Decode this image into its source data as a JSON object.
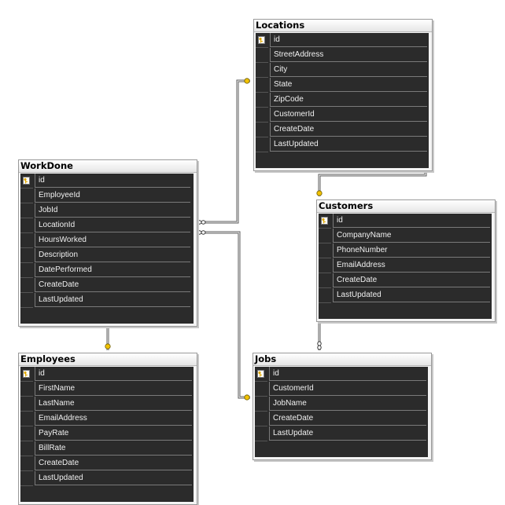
{
  "tables": {
    "locations": {
      "title": "Locations",
      "columns": [
        "id",
        "StreetAddress",
        "City",
        "State",
        "ZipCode",
        "CustomerId",
        "CreateDate",
        "LastUpdated"
      ]
    },
    "workdone": {
      "title": "WorkDone",
      "columns": [
        "id",
        "EmployeeId",
        "JobId",
        "LocationId",
        "HoursWorked",
        "Description",
        "DatePerformed",
        "CreateDate",
        "LastUpdated"
      ]
    },
    "customers": {
      "title": "Customers",
      "columns": [
        "id",
        "CompanyName",
        "PhoneNumber",
        "EmailAddress",
        "CreateDate",
        "LastUpdated"
      ]
    },
    "employees": {
      "title": "Employees",
      "columns": [
        "id",
        "FirstName",
        "LastName",
        "EmailAddress",
        "PayRate",
        "BillRate",
        "CreateDate",
        "LastUpdated"
      ]
    },
    "jobs": {
      "title": "Jobs",
      "columns": [
        "id",
        "CustomerId",
        "JobName",
        "CreateDate",
        "LastUpdate"
      ]
    }
  },
  "primary_key_column": "id",
  "relationships": [
    {
      "from": "WorkDone",
      "to": "Locations",
      "one_end": "Locations",
      "many_end": "WorkDone"
    },
    {
      "from": "WorkDone",
      "to": "Jobs",
      "one_end": "Jobs",
      "many_end": "WorkDone"
    },
    {
      "from": "Locations",
      "to": "Customers",
      "one_end": "Customers",
      "many_end": "Locations"
    },
    {
      "from": "Jobs",
      "to": "Customers",
      "one_end": "Customers",
      "many_end": "Jobs"
    },
    {
      "from": "WorkDone",
      "to": "Employees",
      "one_end": "Employees",
      "many_end": "WorkDone"
    }
  ],
  "colors": {
    "key_fill": "#f2c200",
    "infinity_fill": "#ffffff",
    "line": "#5a5a5a",
    "body": "#2b2b2b",
    "header": "#eeeeee"
  }
}
